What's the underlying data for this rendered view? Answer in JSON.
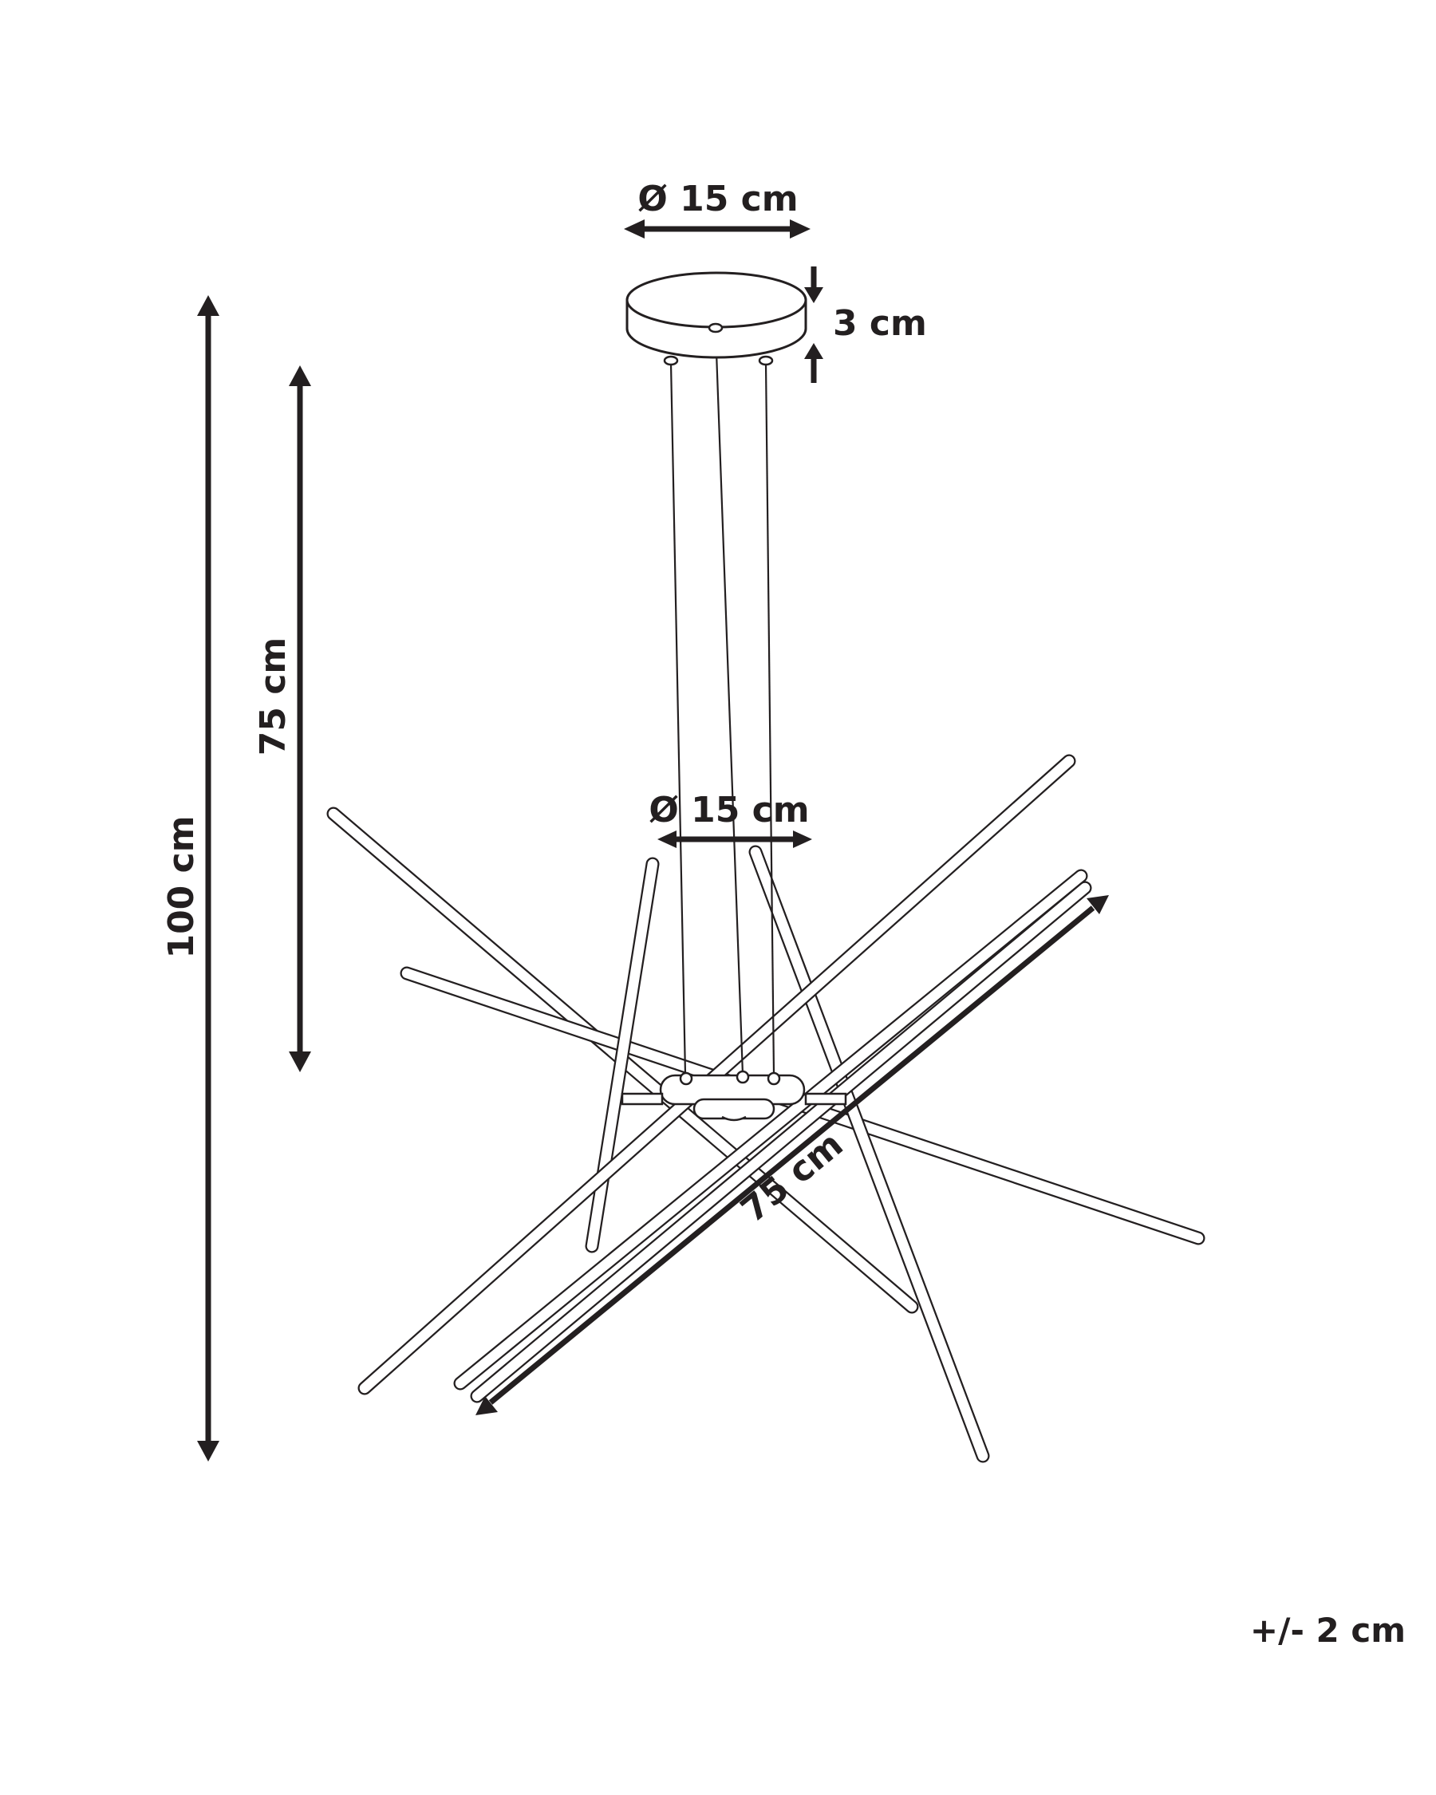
{
  "dimensions": {
    "canopy_diameter": "Ø 15 cm",
    "canopy_height": "3 cm",
    "total_height": "100 cm",
    "adjustable_height": "75 cm",
    "hub_diameter": "Ø 15 cm",
    "rod_length": "75 cm"
  },
  "tolerance": "+/- 2 cm"
}
